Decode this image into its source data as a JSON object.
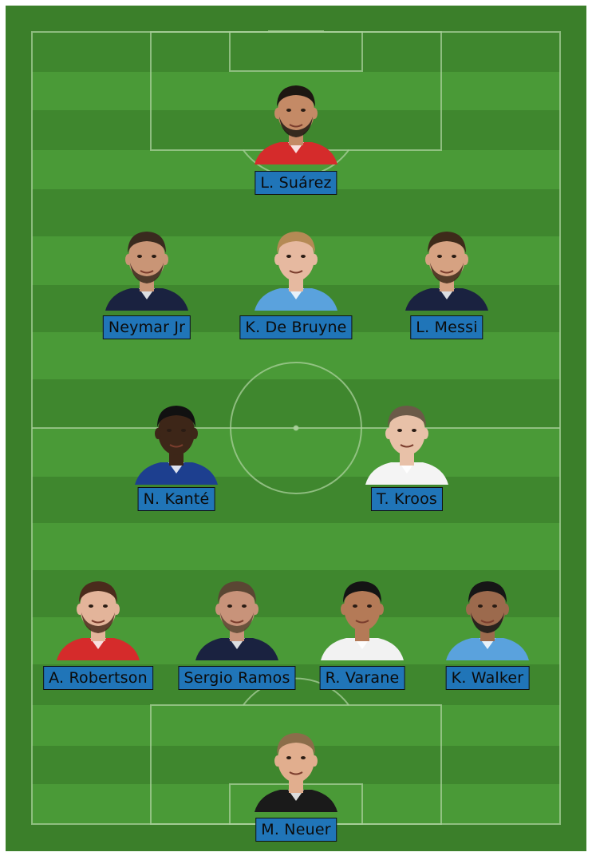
{
  "colors": {
    "pitch_dark": "#3f872e",
    "pitch_light": "#4a9a37",
    "pitch_border": "#3b7f2a",
    "lines": "#a9cf9b",
    "label_bg": "#2075b8",
    "label_border": "#111111",
    "label_text": "#0b0b0b"
  },
  "formation": {
    "forward": [
      {
        "name": "L. Suárez",
        "kit": "#d52b2b",
        "hair": "#1d1712",
        "skin": "#c48a66",
        "beard": true
      }
    ],
    "attacking_mid": [
      {
        "name": "Neymar Jr",
        "kit": "#1a2240",
        "hair": "#3a2a1f",
        "skin": "#c99576",
        "beard": true
      },
      {
        "name": "K. De Bruyne",
        "kit": "#5aa2dd",
        "hair": "#b58a55",
        "skin": "#e6b9a0",
        "beard": false
      },
      {
        "name": "L. Messi",
        "kit": "#1a2240",
        "hair": "#3e2a1a",
        "skin": "#d6a282",
        "beard": true
      }
    ],
    "central_mid": [
      {
        "name": "N. Kanté",
        "kit": "#1d3f8f",
        "hair": "#111111",
        "skin": "#3d2618",
        "beard": false
      },
      {
        "name": "T. Kroos",
        "kit": "#f4f4f4",
        "hair": "#6b5a48",
        "skin": "#e8c1a8",
        "beard": false
      }
    ],
    "defence": [
      {
        "name": "A. Robertson",
        "kit": "#d52b2b",
        "hair": "#4a2b1c",
        "skin": "#e3b49a",
        "beard": true
      },
      {
        "name": "Sergio Ramos",
        "kit": "#1a2240",
        "hair": "#5a4633",
        "skin": "#c8937a",
        "beard": true
      },
      {
        "name": "R. Varane",
        "kit": "#f2f2f2",
        "hair": "#141414",
        "skin": "#b47a57",
        "beard": false
      },
      {
        "name": "K. Walker",
        "kit": "#5aa2dd",
        "hair": "#161616",
        "skin": "#9c6a4d",
        "beard": true
      }
    ],
    "goalkeeper": [
      {
        "name": "M. Neuer",
        "kit": "#1a1a1a",
        "hair": "#8b6d4a",
        "skin": "#e1ae8e",
        "beard": false
      }
    ]
  }
}
